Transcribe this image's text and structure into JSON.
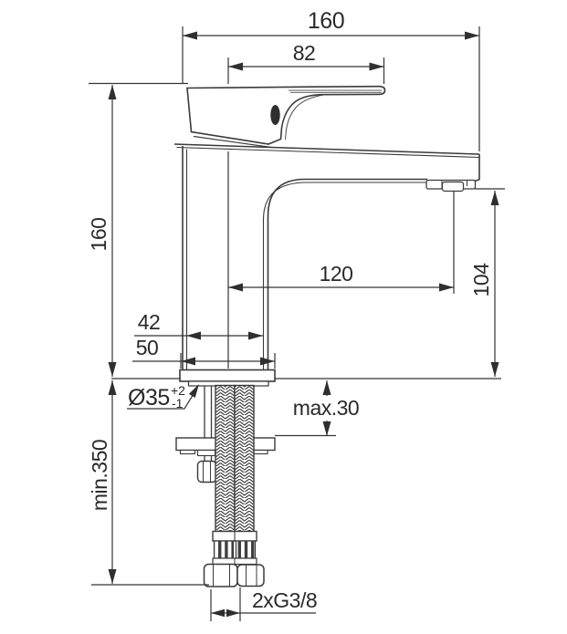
{
  "drawing": {
    "subject": "single-lever basin mixer tap technical dimension drawing",
    "colors": {
      "background": "#ffffff",
      "line": "#3a3a3a",
      "text": "#2a2a2a",
      "dark_detail": "#2e2e2e"
    },
    "dimensions": {
      "total_width": "160",
      "lever_width": "82",
      "body_height": "160",
      "spout_reach": "120",
      "spout_height": "104",
      "body_width": "42",
      "base_width": "50",
      "hole_diameter": "Ø35",
      "hole_tolerance_plus": "+2",
      "hole_tolerance_minus": "-1",
      "max_deck_thickness": "max.30",
      "min_hose_length": "min.350",
      "connection_thread": "2xG3/8"
    }
  }
}
